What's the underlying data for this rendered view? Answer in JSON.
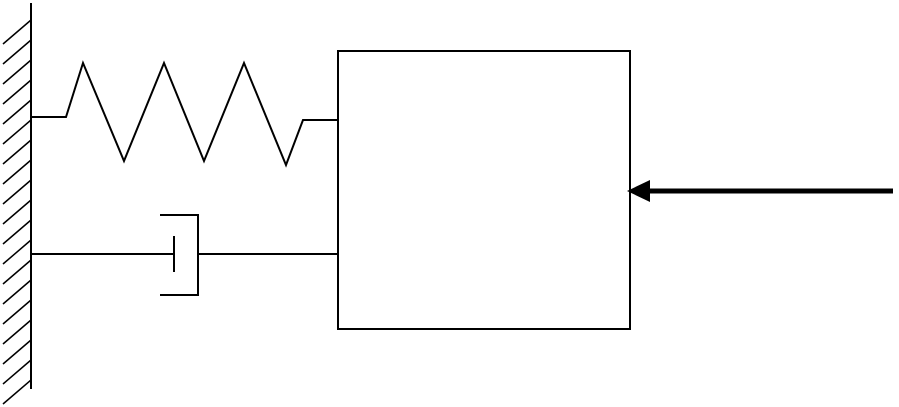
{
  "diagram": {
    "type": "mass-spring-damper",
    "components": [
      "wall",
      "spring",
      "damper",
      "mass",
      "applied-force-arrow"
    ],
    "colors": {
      "line": "#000000",
      "background": "#ffffff"
    }
  }
}
